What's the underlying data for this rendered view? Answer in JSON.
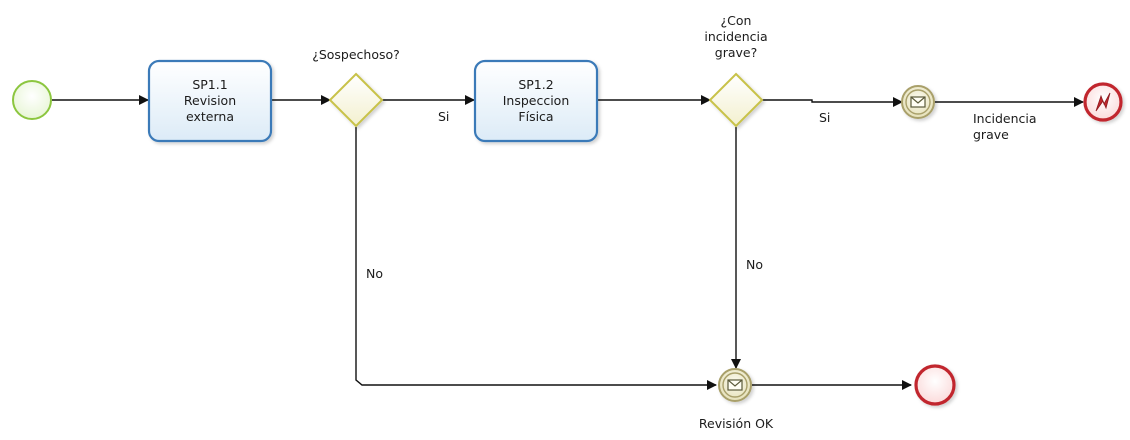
{
  "tasks": [
    {
      "id": "SP1.1",
      "lines": [
        "SP1.1",
        "Revision",
        "externa"
      ]
    },
    {
      "id": "SP1.2",
      "lines": [
        "SP1.2",
        "Inspeccion",
        "Física"
      ]
    }
  ],
  "gateways": {
    "sospechoso": "¿Sospechoso?",
    "incidencia": [
      "¿Con",
      "incidencia",
      "grave?"
    ]
  },
  "flows": {
    "si_1": "Si",
    "no_1": "No",
    "si_2": "Si",
    "no_2": "No"
  },
  "events": {
    "incidencia_grave": [
      "Incidencia",
      "grave"
    ],
    "revision_ok": "Revisión OK"
  },
  "colors": {
    "start": "#8cc63f",
    "task_border": "#3a7ab8",
    "gateway": "#c8c24a",
    "message_event": "#a9a06b",
    "end": "#c1272d"
  },
  "icons": {
    "message": "envelope-icon",
    "error_end": "lightning-icon"
  }
}
